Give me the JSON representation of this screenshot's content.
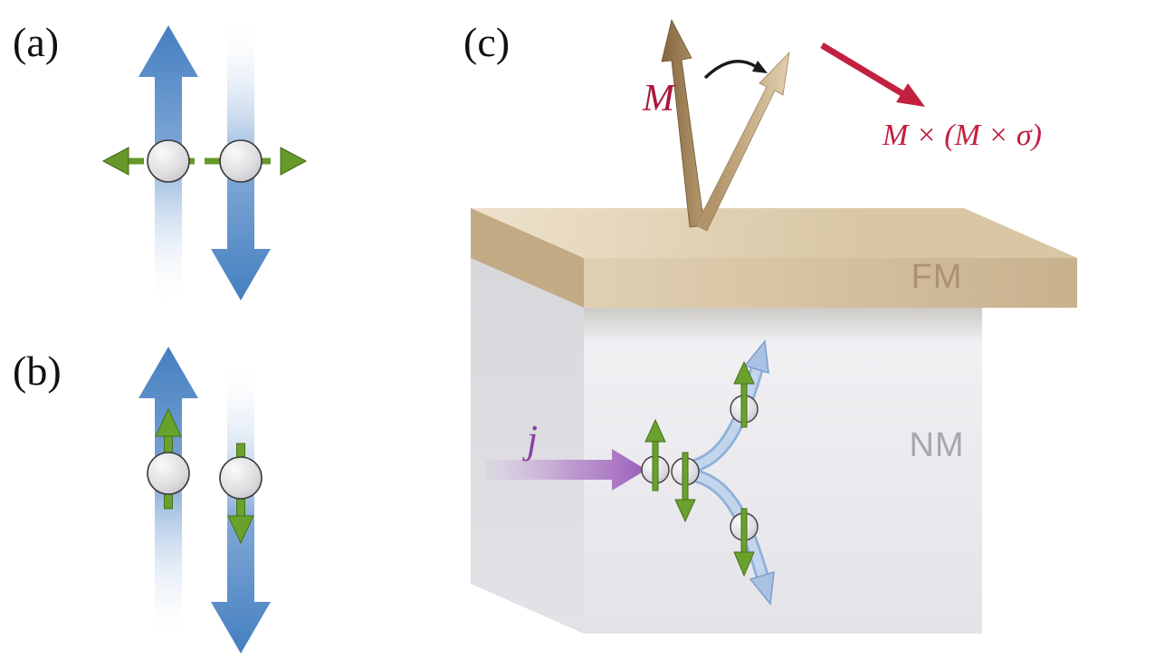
{
  "panels": {
    "a": {
      "label": "(a)"
    },
    "b": {
      "label": "(b)"
    },
    "c": {
      "label": "(c)",
      "magnetization_label": "M",
      "torque_label": "M × (M × σ)",
      "current_label": "j",
      "layers": {
        "fm": "FM",
        "nm": "NM"
      }
    }
  },
  "colors": {
    "spin_current_blue": "#447fc0",
    "spin_arrow_green": "#69a12d",
    "electron_gray": "#dcdcdf",
    "fm_tan": "#d8c6a6",
    "nm_gray": "#ececf0",
    "charge_current_purple": "#9c5eb9",
    "torque_red": "#c2203f",
    "magnetization_brown": "#9a7b50",
    "m_label_maroon": "#aa1638",
    "fm_label_color": "#a98e6c",
    "nm_label_color": "#9fa0a6",
    "current_label_color": "#8e3fa6"
  }
}
